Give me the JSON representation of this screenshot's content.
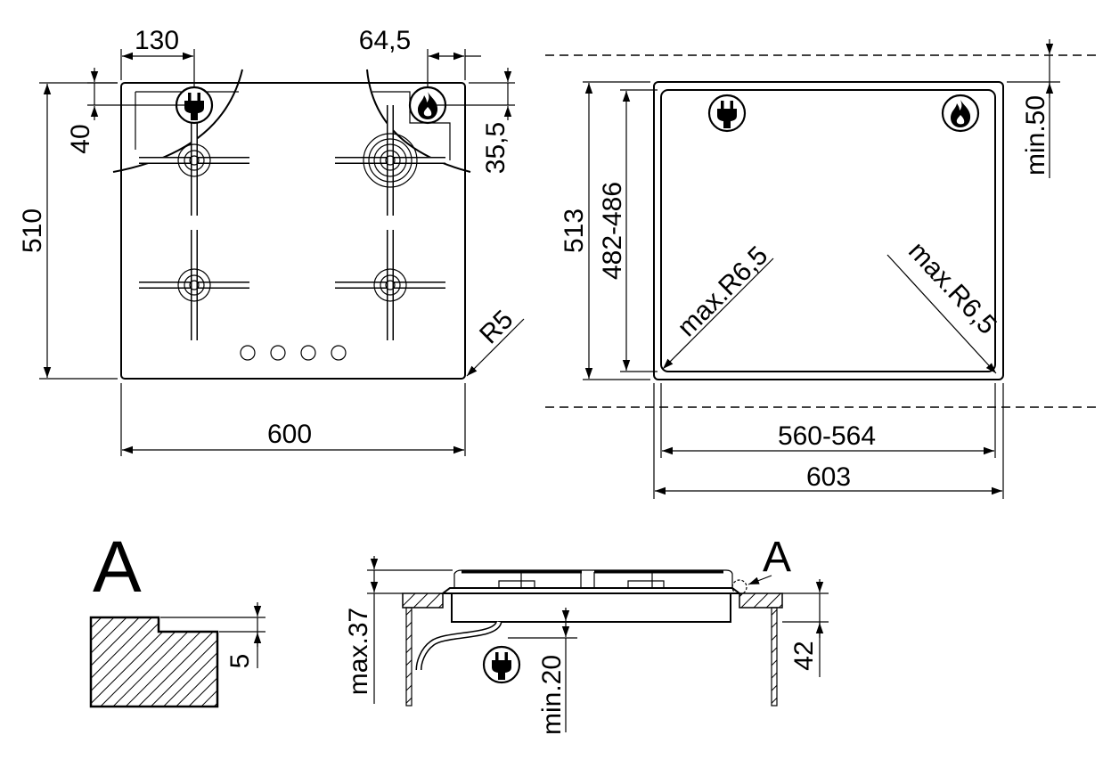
{
  "top_view": {
    "width": "600",
    "depth": "510",
    "offset_left": "130",
    "offset_right": "64,5",
    "offset_top_left": "40",
    "offset_top_right": "35,5",
    "corner_radius": "R5"
  },
  "cutout_view": {
    "outer_width": "603",
    "cut_width": "560-564",
    "outer_depth": "513",
    "cut_depth": "482-486",
    "min_rear": "min.50",
    "radius_left": "max.R6,5",
    "radius_right": "max.R6,5"
  },
  "section_view": {
    "detail_label": "A",
    "max_height": "max.37",
    "min_clearance": "min.20",
    "worktop": "42"
  },
  "detail_a": {
    "label": "A",
    "step": "5"
  },
  "icons": [
    "plug-icon",
    "gas-flame-icon"
  ]
}
